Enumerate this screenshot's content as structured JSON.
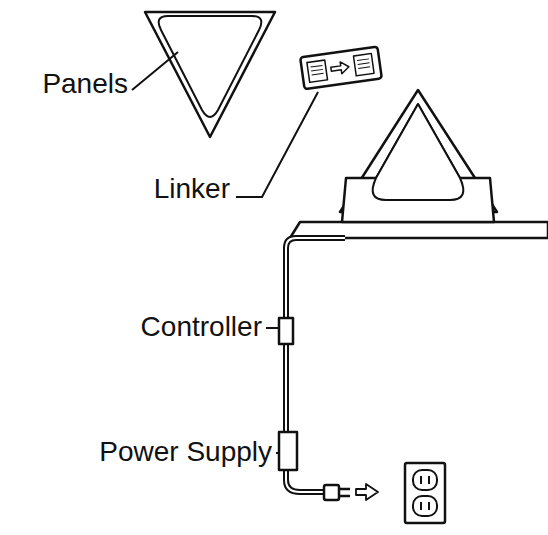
{
  "diagram": {
    "labels": [
      "Panels",
      "Linker",
      "Controller",
      "Power Supply"
    ]
  }
}
